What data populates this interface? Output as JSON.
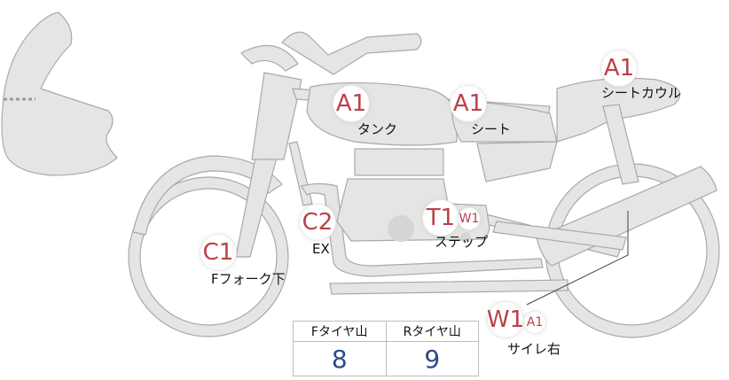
{
  "markers": {
    "tank": {
      "code": "A1",
      "label": "タンク"
    },
    "seat": {
      "code": "A1",
      "label": "シート"
    },
    "seat_cowl": {
      "code": "A1",
      "label": "シートカウル"
    },
    "exhaust": {
      "code": "C2",
      "label": "EX"
    },
    "front_fork": {
      "code": "C1",
      "label": "Fフォーク下"
    },
    "step": {
      "code": "T1",
      "sub_code": "W1",
      "label": "ステップ"
    },
    "muffler_right": {
      "code": "W1",
      "sub_code": "A1",
      "label": "サイレ右"
    }
  },
  "tread_table": {
    "headers": [
      "Fタイヤ山",
      "Rタイヤ山"
    ],
    "values": [
      "8",
      "9"
    ]
  },
  "colors": {
    "part_fill": "#e5e5e3",
    "part_stroke": "#a9a9a7",
    "badge_text": "#b9414a",
    "value_text": "#2a4a8a"
  }
}
